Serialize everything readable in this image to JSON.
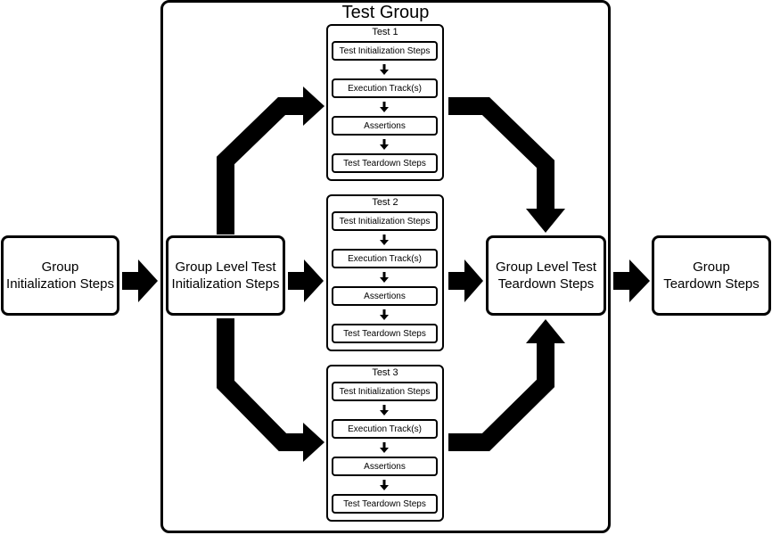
{
  "group_title": "Test Group",
  "boxes": {
    "group_init": "Group\nInitialization Steps",
    "level_init": "Group Level Test\nInitialization Steps",
    "level_teardown": "Group Level Test\nTeardown Steps",
    "group_teardown": "Group\nTeardown Steps"
  },
  "tests": [
    {
      "title": "Test 1",
      "steps": [
        "Test Initialization Steps",
        "Execution Track(s)",
        "Assertions",
        "Test Teardown Steps"
      ]
    },
    {
      "title": "Test 2",
      "steps": [
        "Test Initialization Steps",
        "Execution Track(s)",
        "Assertions",
        "Test Teardown Steps"
      ]
    },
    {
      "title": "Test 3",
      "steps": [
        "Test Initialization Steps",
        "Execution Track(s)",
        "Assertions",
        "Test Teardown Steps"
      ]
    }
  ]
}
